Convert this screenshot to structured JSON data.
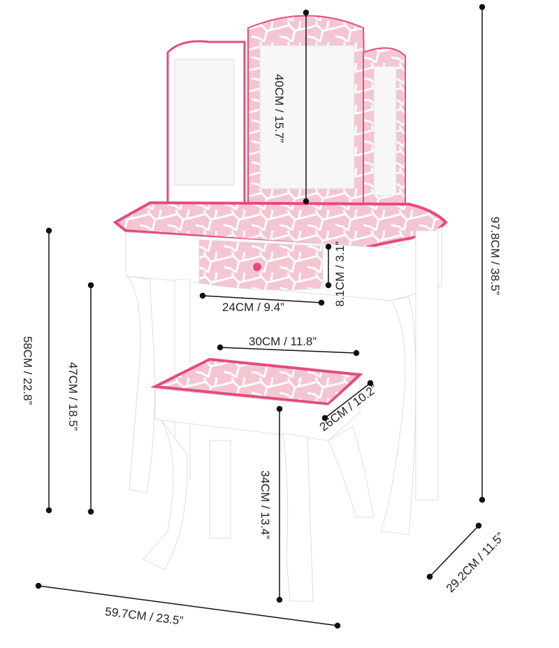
{
  "colors": {
    "pink": "#f4c6d2",
    "hotpink": "#e54a7f",
    "white": "#ffffff",
    "line": "#111111"
  },
  "dimensions": {
    "mirror_height": "40CM / 15.7”",
    "total_height": "97.8CM / 38.5”",
    "drawer_height": "8.1CM / 3.1”",
    "drawer_width": "24CM / 9.4”",
    "stool_width": "30CM / 11.8”",
    "stool_depth": "26CM / 10.2”",
    "stool_height": "34CM / 13.4”",
    "table_height": "58CM / 22.8”",
    "knee_height": "47CM / 18.5”",
    "table_depth": "29.2CM / 11.5”",
    "table_width": "59.7CM / 23.5”"
  }
}
